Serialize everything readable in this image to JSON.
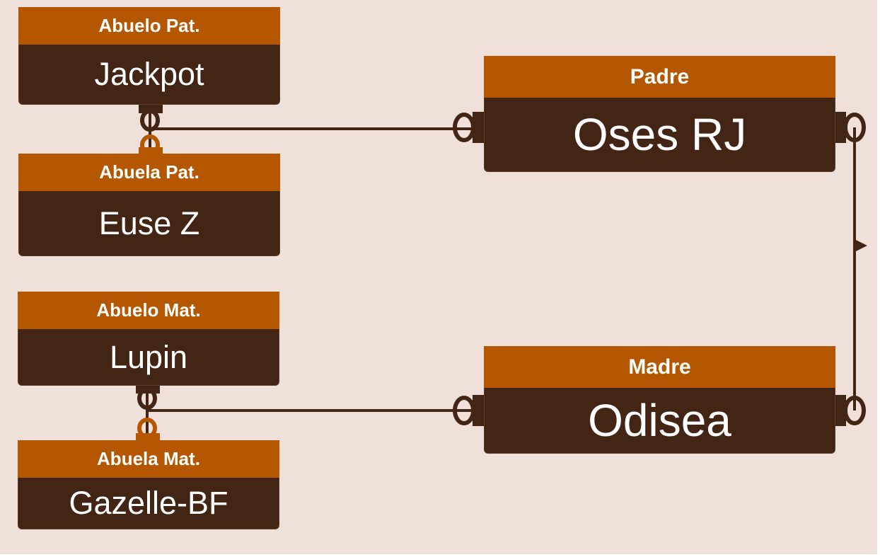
{
  "nodes": [
    {
      "id": "abuelo-pat",
      "role": "Abuelo Pat.",
      "name": "Jackpot"
    },
    {
      "id": "abuela-pat",
      "role": "Abuela Pat.",
      "name": "Euse Z"
    },
    {
      "id": "abuelo-mat",
      "role": "Abuelo Mat.",
      "name": "Lupin"
    },
    {
      "id": "abuela-mat",
      "role": "Abuela Mat.",
      "name": "Gazelle-BF"
    },
    {
      "id": "padre",
      "role": "Padre",
      "name": "Oses RJ"
    },
    {
      "id": "madre",
      "role": "Madre",
      "name": "Odisea"
    }
  ],
  "colors": {
    "background": "#efe0da",
    "header": "#b45700",
    "body": "#432516",
    "link": "#432516"
  }
}
